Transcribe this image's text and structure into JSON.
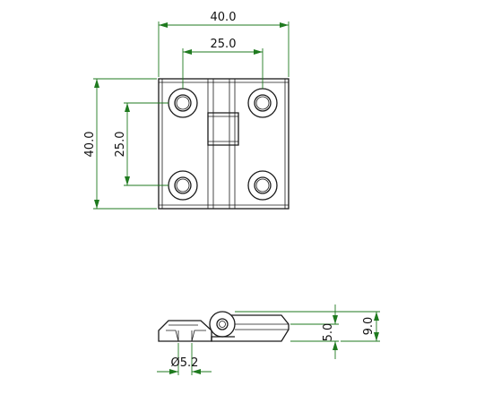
{
  "dimensions": {
    "top_width_overall": "40.0",
    "top_hole_spacing_horizontal": "25.0",
    "left_height_overall": "40.0",
    "left_hole_spacing_vertical": "25.0",
    "hole_diameter": "Ø5.2",
    "side_height_leaf": "5.0",
    "side_height_overall": "9.0"
  },
  "colors": {
    "outline": "#1a1a1a",
    "dimension_line": "#1f7a1f",
    "text": "#111111"
  }
}
